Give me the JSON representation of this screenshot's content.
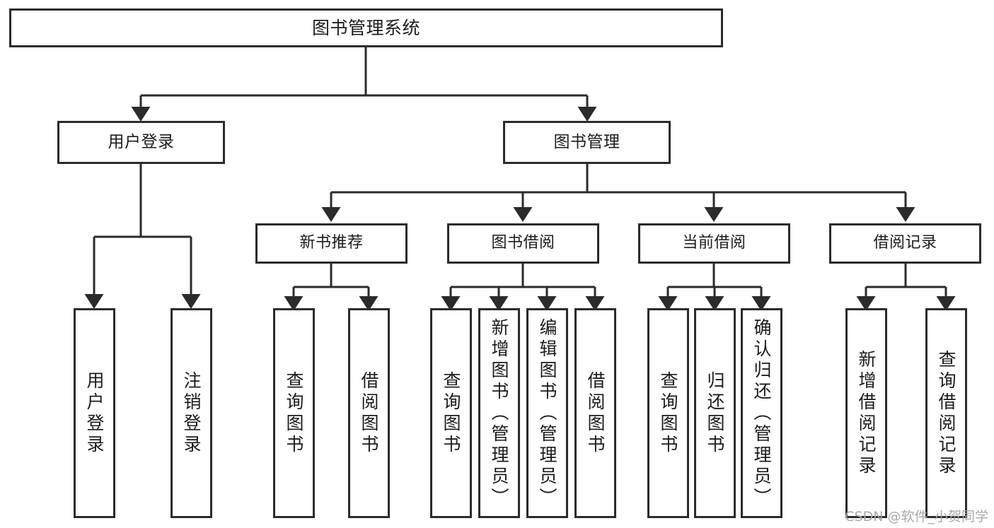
{
  "diagram": {
    "title": "图书管理系统",
    "watermark": "CSDN @软件_小贺同学",
    "stroke_color": "#2b2b2b",
    "fill_color": "#ffffff",
    "text_color": "#1c1c1c",
    "watermark_color": "#a9a9a9",
    "root": {
      "label": "图书管理系统"
    },
    "level1": [
      {
        "label": "用户登录"
      },
      {
        "label": "图书管理"
      }
    ],
    "level2": [
      {
        "label": "新书推荐"
      },
      {
        "label": "图书借阅"
      },
      {
        "label": "当前借阅"
      },
      {
        "label": "借阅记录"
      }
    ],
    "leaves": {
      "user_login": [
        {
          "label": "用户登录"
        },
        {
          "label": "注销登录"
        }
      ],
      "new_book": [
        {
          "label": "查询图书"
        },
        {
          "label": "借阅图书"
        }
      ],
      "borrow_book": [
        {
          "label": "查询图书"
        },
        {
          "label": "新增图书（管理员）"
        },
        {
          "label": "编辑图书（管理员）"
        },
        {
          "label": "借阅图书"
        }
      ],
      "current_borrow": [
        {
          "label": "查询图书"
        },
        {
          "label": "归还图书"
        },
        {
          "label": "确认归还（管理员）"
        }
      ],
      "borrow_record": [
        {
          "label": "新增借阅记录"
        },
        {
          "label": "查询借阅记录"
        }
      ]
    }
  }
}
